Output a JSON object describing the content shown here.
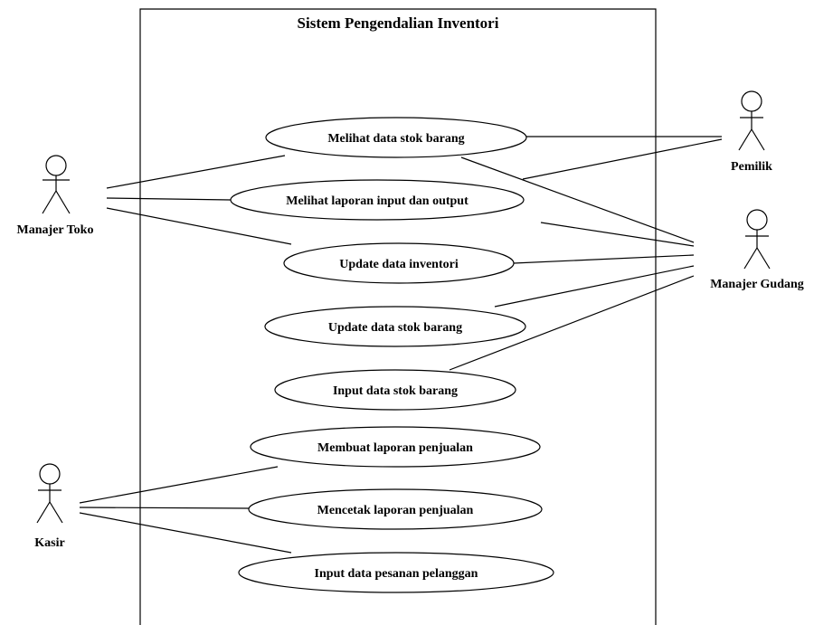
{
  "system": {
    "title": "Sistem Pengendalian Inventori"
  },
  "actors": {
    "manajer_toko": "Manajer Toko",
    "pemilik": "Pemilik",
    "manajer_gudang": "Manajer Gudang",
    "kasir": "Kasir"
  },
  "use_cases": {
    "melihat_stok": "Melihat data stok barang",
    "melihat_laporan": "Melihat laporan input dan output",
    "update_inventori": "Update data inventori",
    "update_stok": "Update data stok barang",
    "input_stok": "Input data stok barang",
    "membuat_laporan": "Membuat laporan penjualan",
    "mencetak_laporan": "Mencetak laporan penjualan",
    "input_pesanan": "Input data pesanan pelanggan"
  }
}
